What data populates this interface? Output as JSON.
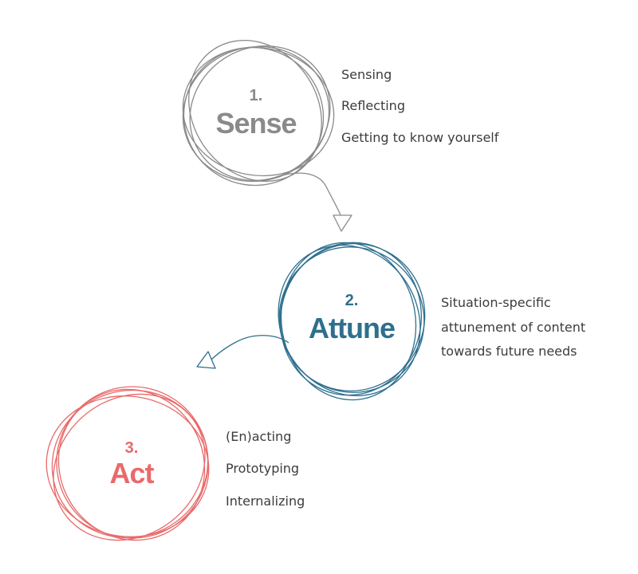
{
  "colors": {
    "sense": "#8a8a8a",
    "attune": "#2e6f8e",
    "act": "#e96a6a",
    "text": "#3c3c3c"
  },
  "steps": [
    {
      "number": "1.",
      "title": "Sense",
      "lines": [
        "Sensing",
        "Reflecting",
        "Getting to know yourself"
      ]
    },
    {
      "number": "2.",
      "title": "Attune",
      "lines": [
        "Situation-specific",
        "attunement of content",
        "towards future needs"
      ]
    },
    {
      "number": "3.",
      "title": "Act",
      "lines": [
        "(En)acting",
        "Prototyping",
        "Internalizing"
      ]
    }
  ]
}
